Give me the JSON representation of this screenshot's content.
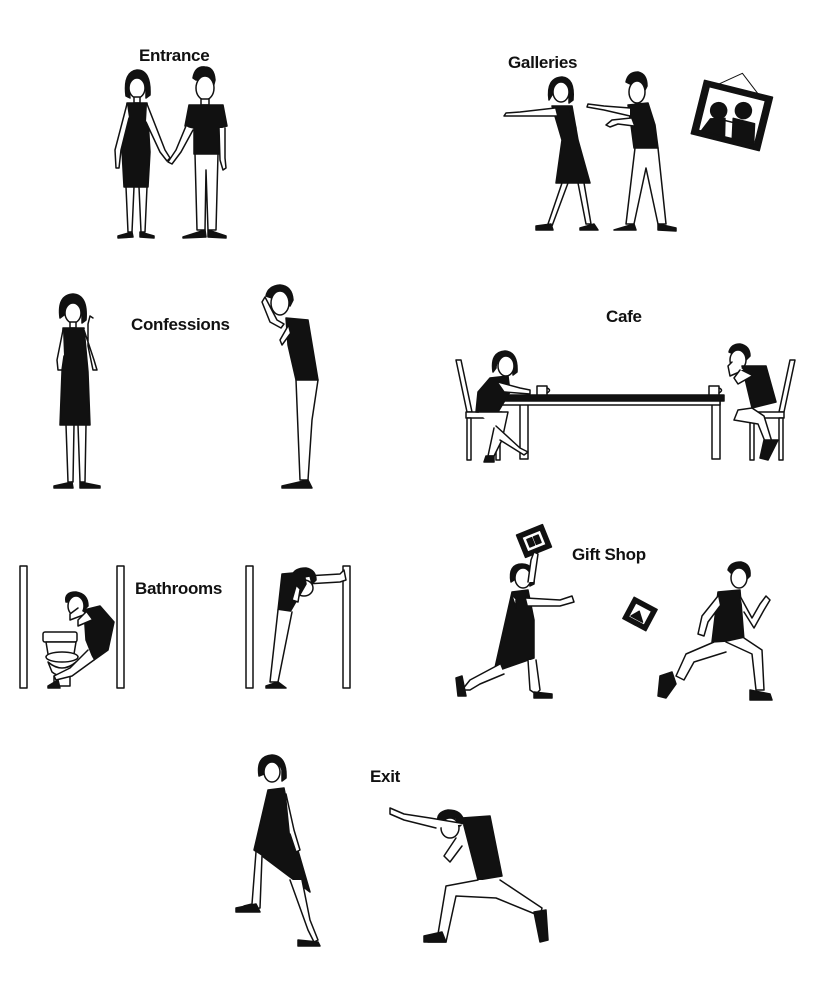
{
  "sections": {
    "entrance": {
      "label": "Entrance"
    },
    "galleries": {
      "label": "Galleries"
    },
    "confessions": {
      "label": "Confessions"
    },
    "cafe": {
      "label": "Cafe"
    },
    "bathrooms": {
      "label": "Bathrooms"
    },
    "gift_shop": {
      "label": "Gift Shop"
    },
    "exit": {
      "label": "Exit"
    }
  },
  "colors": {
    "ink": "#111111",
    "paper": "#ffffff",
    "skin": "#ffffff"
  }
}
